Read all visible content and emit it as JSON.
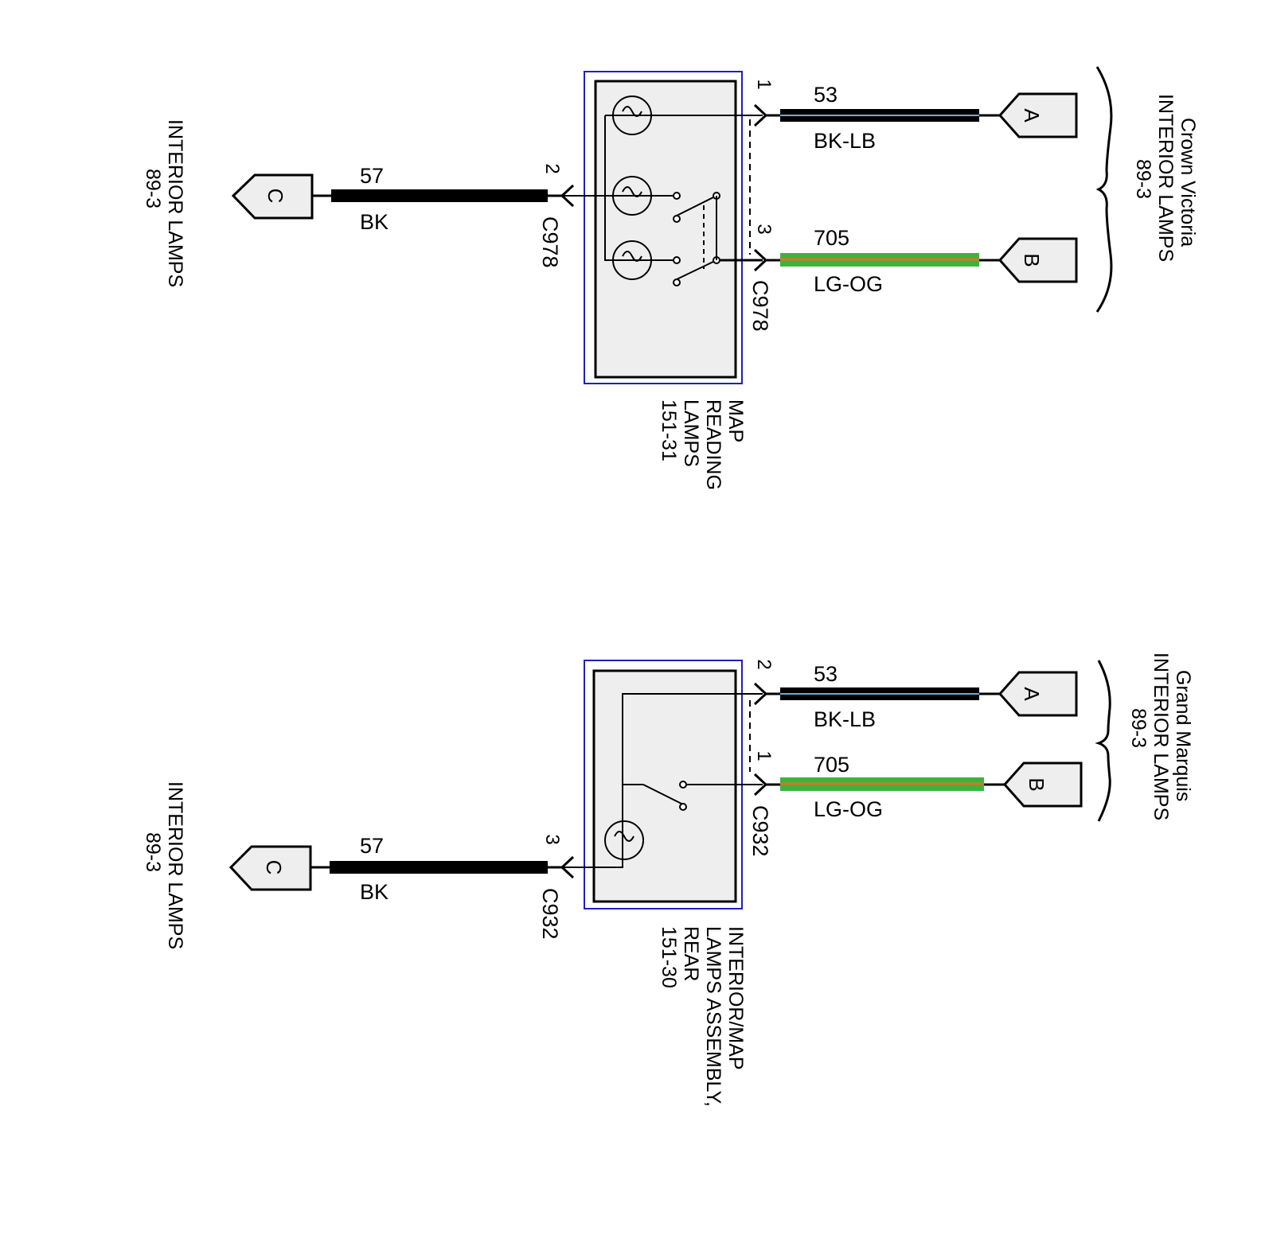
{
  "colors": {
    "component_border": "#1f1fbf",
    "component_fill": "#eeeeee",
    "wire_black": "#000000",
    "wire_lb_stripe": "#6fa8dc",
    "wire_lg": "#3cb43c",
    "wire_og": "#e0702a"
  },
  "top": {
    "vehicle": "Crown Victoria",
    "page_ref": "INTERIOR LAMPS",
    "page_num": "89-3",
    "component_lines": [
      "MAP",
      "READING",
      "LAMPS",
      "151-31"
    ],
    "left_ref": {
      "title": "INTERIOR LAMPS",
      "num": "89-3",
      "connector": "C"
    },
    "wires": [
      {
        "circuit": "53",
        "color": "BK-LB",
        "pin": "1",
        "connector": "A"
      },
      {
        "circuit": "705",
        "color": "LG-OG",
        "pin": "3",
        "connector": "B"
      },
      {
        "circuit": "57",
        "color": "BK",
        "pin": "2",
        "connector": "C"
      }
    ],
    "connector_right": "C978",
    "connector_left": "C978"
  },
  "bottom": {
    "vehicle": "Grand Marquis",
    "page_ref": "INTERIOR LAMPS",
    "page_num": "89-3",
    "component_lines": [
      "INTERIOR/MAP",
      "LAMPS ASSEMBLY,",
      "REAR",
      "151-30"
    ],
    "left_ref": {
      "title": "INTERIOR LAMPS",
      "num": "89-3",
      "connector": "C"
    },
    "wires": [
      {
        "circuit": "53",
        "color": "BK-LB",
        "pin": "2",
        "connector": "A"
      },
      {
        "circuit": "705",
        "color": "LG-OG",
        "pin": "1",
        "connector": "B"
      },
      {
        "circuit": "57",
        "color": "BK",
        "pin": "3",
        "connector": "C"
      }
    ],
    "connector_right": "C932",
    "connector_left": "C932"
  }
}
